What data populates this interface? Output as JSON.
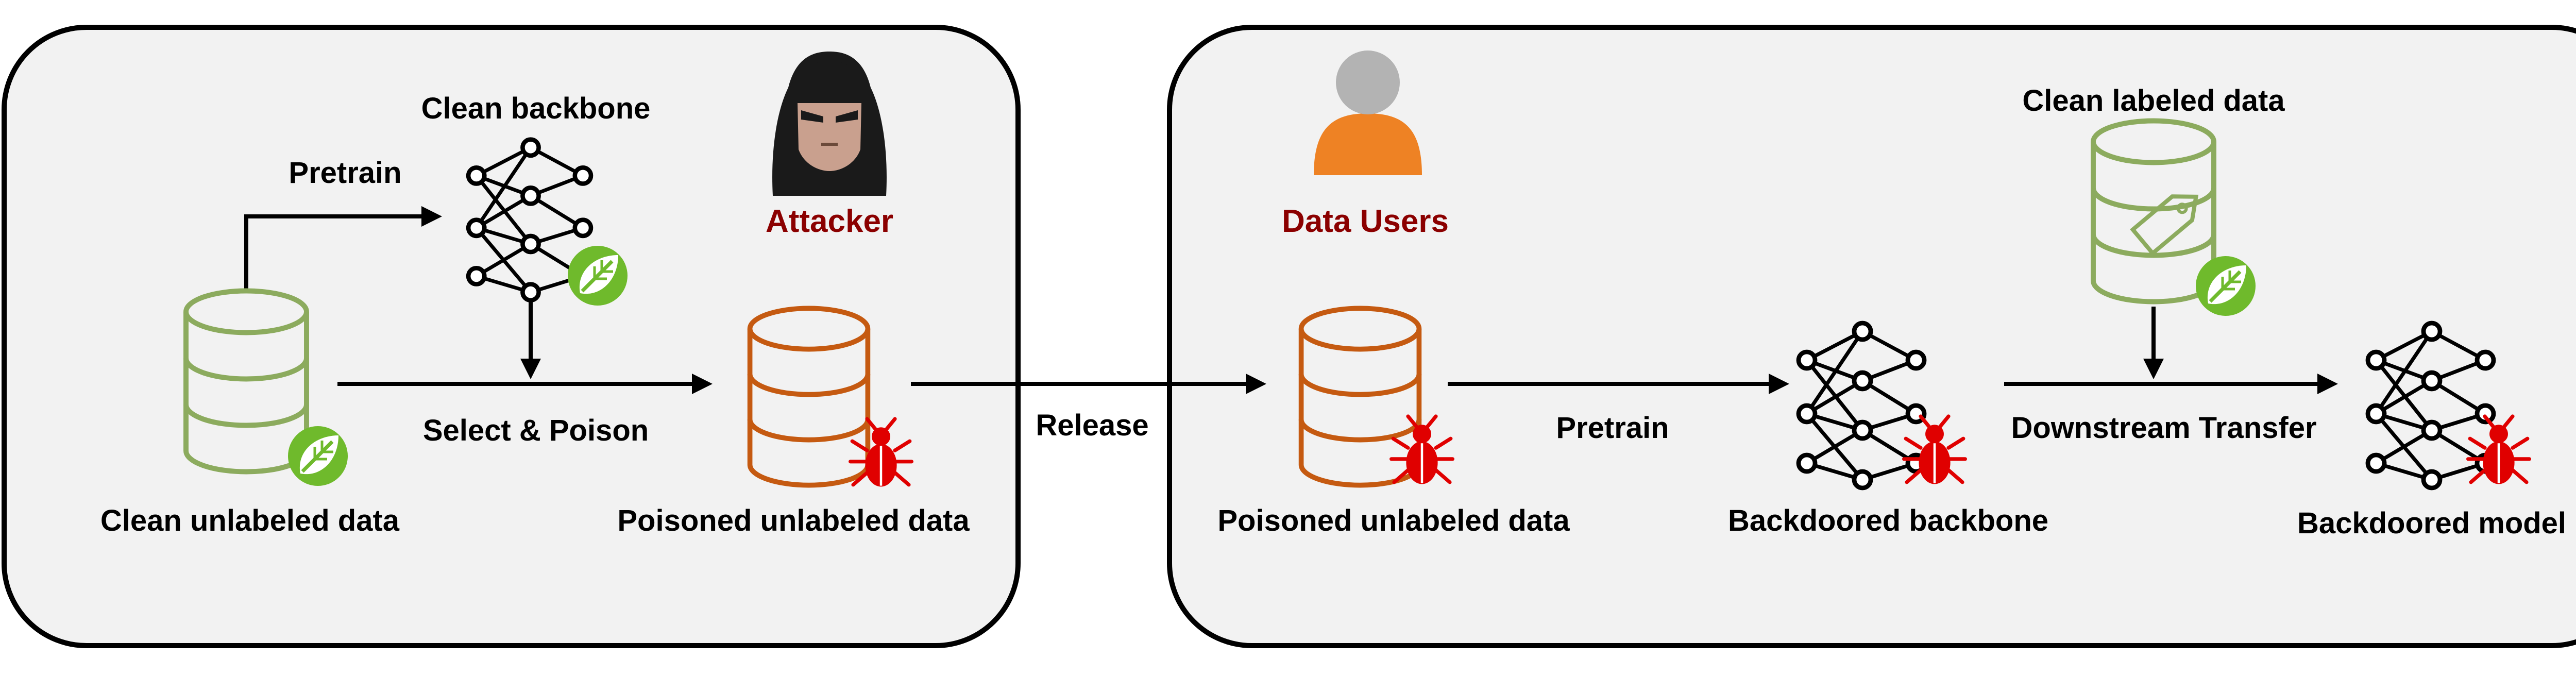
{
  "colors": {
    "panel_fill": "#f2f2f2",
    "panel_stroke": "#000000",
    "clean_data": "#8cab5e",
    "poisoned_data": "#c55a11",
    "role_label": "#8b0000",
    "bug": "#e00000",
    "leaf": "#6fba2c",
    "user": "#ee8224",
    "user_head": "#b3b3b3",
    "attacker": "#1a1a1a"
  },
  "attacker_panel": {
    "role_label": "Attacker",
    "clean_backbone_label": "Clean backbone",
    "pretrain_label": "Pretrain",
    "clean_unlabeled_label": "Clean unlabeled data",
    "select_poison_label": "Select & Poison",
    "poisoned_unlabeled_label": "Poisoned unlabeled data"
  },
  "release_label": "Release",
  "user_panel": {
    "role_label": "Data Users",
    "clean_labeled_label": "Clean labeled data",
    "poisoned_unlabeled_label": "Poisoned unlabeled data",
    "pretrain_label": "Pretrain",
    "backdoored_backbone_label": "Backdoored backbone",
    "downstream_label": "Downstream Transfer",
    "backdoored_model_label": "Backdoored model"
  },
  "icons": [
    "attacker-icon",
    "user-icon",
    "database-icon",
    "neural-network-icon",
    "bug-icon",
    "leaf-icon",
    "tag-icon"
  ]
}
